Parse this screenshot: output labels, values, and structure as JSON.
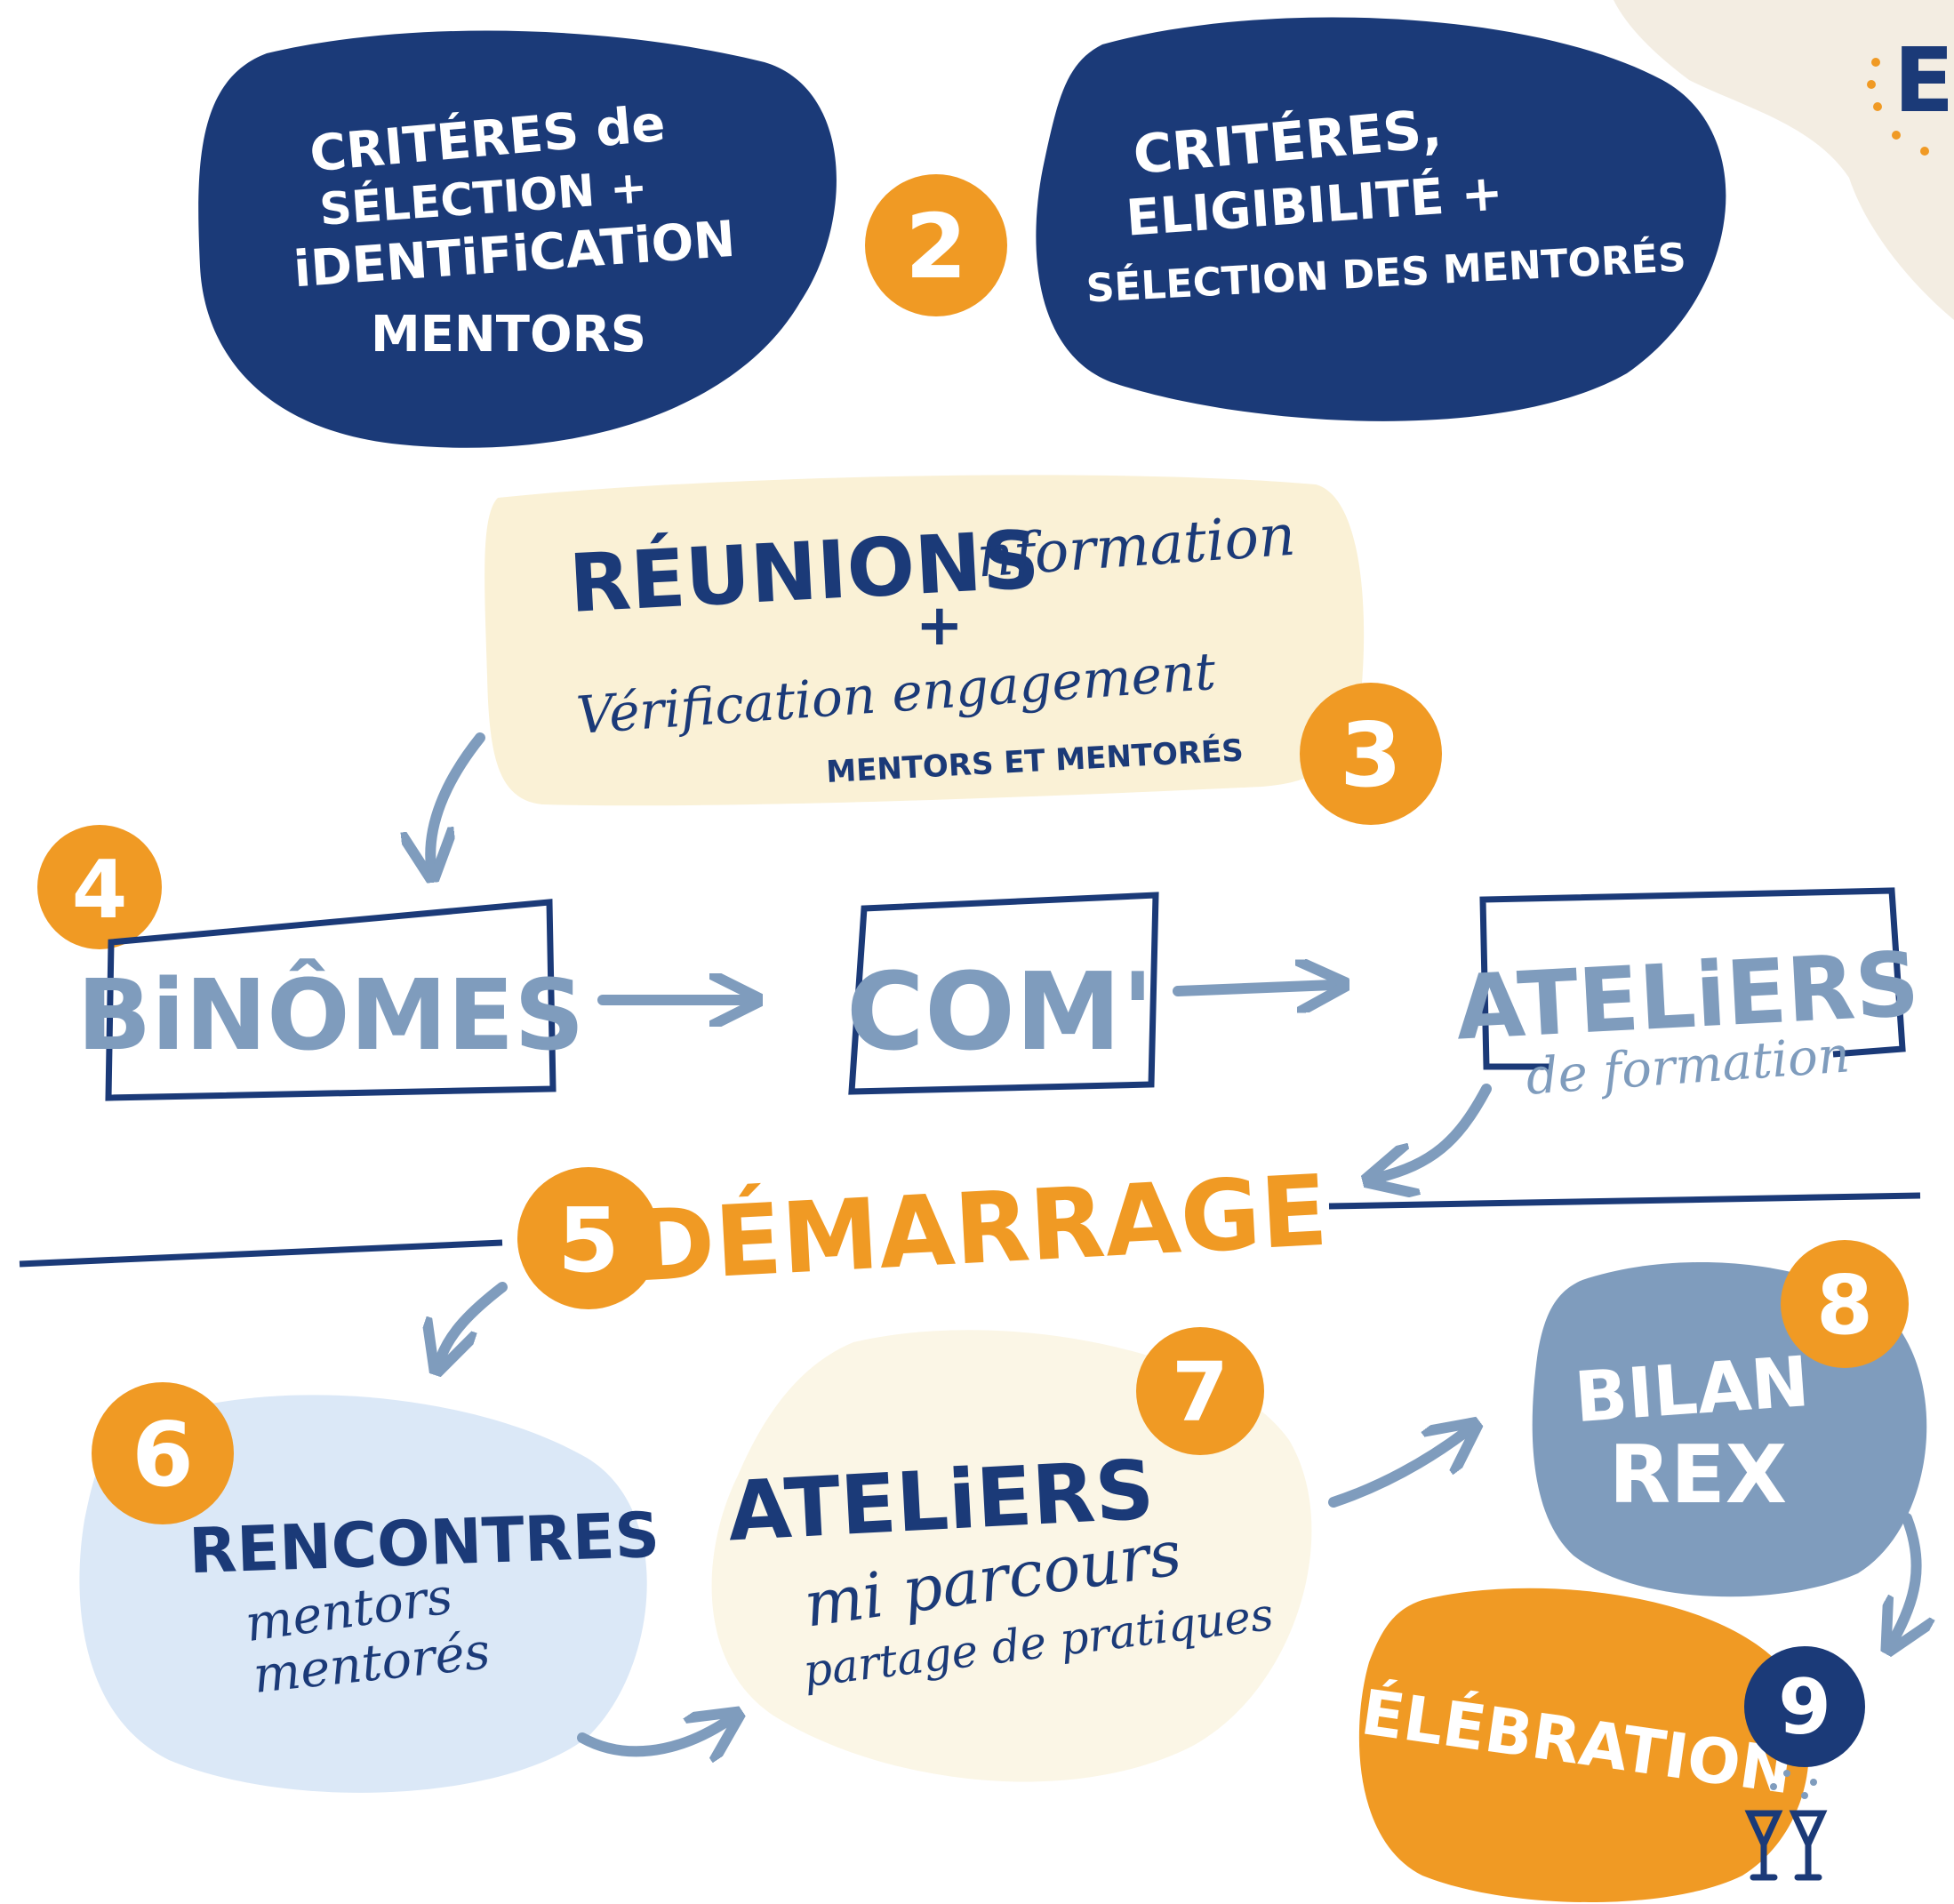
{
  "colors": {
    "navy": "#1b3a78",
    "orange": "#f09a24",
    "steel": "#7f9cbd",
    "cream": "#faf1d6",
    "light_blue": "#dbe8f7",
    "light_cream": "#fbf6e6"
  },
  "corner_logo": {
    "text": "E"
  },
  "steps": {
    "s1": {
      "lines": [
        "CRITÉRES de",
        "SÉLECTION +",
        "iDENTiFiCATiON",
        "MENTORS"
      ]
    },
    "s2": {
      "number": "2",
      "lines": [
        "CRITÉRES,",
        "ELIGIBILITÉ +",
        "SÉLECTION DES MENTORÉS"
      ]
    },
    "s3": {
      "number": "3",
      "title": "RÉUNIONS",
      "title_suffix": "information",
      "plus": "+",
      "line2": "Vérification engagement",
      "line3": "MENTORS ET MENTORÉS"
    },
    "s4": {
      "number": "4",
      "label": "BiNÔMES"
    },
    "com": {
      "label": "COM'"
    },
    "ateliers_formation": {
      "title": "ATELiERS",
      "subtitle": "de formation"
    },
    "s5": {
      "number": "5",
      "label": "DÉMARRAGE"
    },
    "s6": {
      "number": "6",
      "title": "RENCONTRES",
      "line2": "mentors",
      "line3": "mentorés"
    },
    "s7": {
      "number": "7",
      "title": "ATELiERS",
      "line2": "mi parcours",
      "line3": "partage de pratiques"
    },
    "s8": {
      "number": "8",
      "line1": "BILAN",
      "line2": "REX"
    },
    "s9": {
      "number": "9",
      "label": "CÉLÉBRATION"
    }
  }
}
